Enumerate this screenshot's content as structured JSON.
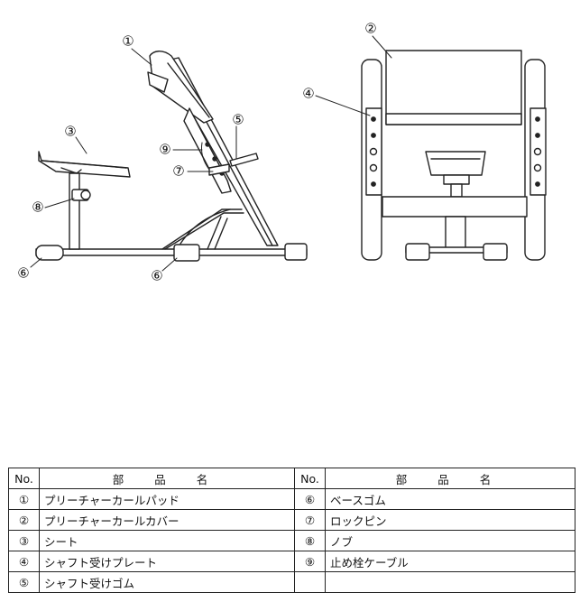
{
  "callouts": {
    "c1": "①",
    "c2": "②",
    "c3": "③",
    "c4": "④",
    "c5": "⑤",
    "c6a": "⑥",
    "c6b": "⑥",
    "c7": "⑦",
    "c8": "⑧",
    "c9": "⑨"
  },
  "table": {
    "col_no": "No.",
    "col_name": "部 品 名",
    "rows": [
      {
        "left_no": "①",
        "left_name": "プリーチャーカールパッド",
        "right_no": "⑥",
        "right_name": "ベースゴム"
      },
      {
        "left_no": "②",
        "left_name": "プリーチャーカールカバー",
        "right_no": "⑦",
        "right_name": "ロックピン"
      },
      {
        "left_no": "③",
        "left_name": "シート",
        "right_no": "⑧",
        "right_name": "ノブ"
      },
      {
        "left_no": "④",
        "left_name": "シャフト受けプレート",
        "right_no": "⑨",
        "right_name": "止め栓ケーブル"
      },
      {
        "left_no": "⑤",
        "left_name": "シャフト受けゴム",
        "right_no": "",
        "right_name": ""
      }
    ]
  }
}
